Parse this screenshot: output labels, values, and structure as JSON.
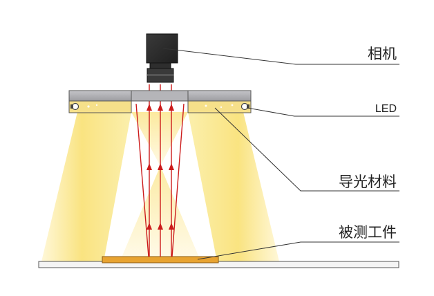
{
  "diagram": {
    "labels": {
      "camera": "相机",
      "led": "LED",
      "light_guide": "导光材料",
      "workpiece": "被测工件"
    },
    "colors": {
      "light_beam": "#f9e27a",
      "light_beam_edge": "#fff6cc",
      "ray": "#cc1b1b",
      "ring_body": "#a9a9ad",
      "camera_body": "#2b2b2b",
      "workpiece": "#e8a331",
      "stage": "#f4f4f4",
      "leader_line": "#333333"
    }
  }
}
